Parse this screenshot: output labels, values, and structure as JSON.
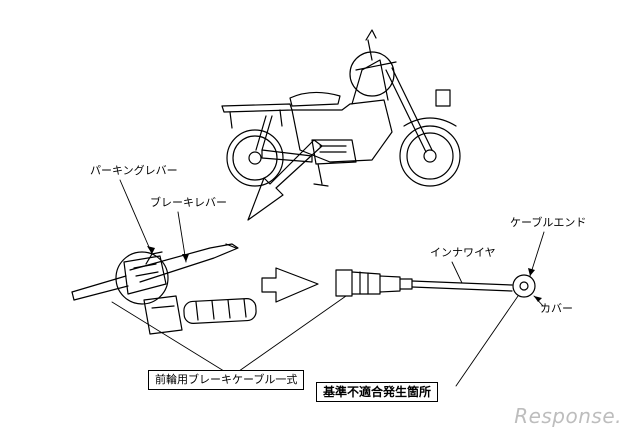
{
  "labels": {
    "parking_lever": "パーキングレバー",
    "brake_lever": "ブレーキレバー",
    "cable_end": "ケーブルエンド",
    "inner_wire": "インナワイヤ",
    "cover": "カバー",
    "front_cable": "前輪用ブレーキケーブル一式",
    "defect_location": "基準不適合発生箇所"
  },
  "watermark": {
    "text": "Response."
  },
  "colors": {
    "line": "#000000",
    "watermark": "#bdbdbd"
  }
}
